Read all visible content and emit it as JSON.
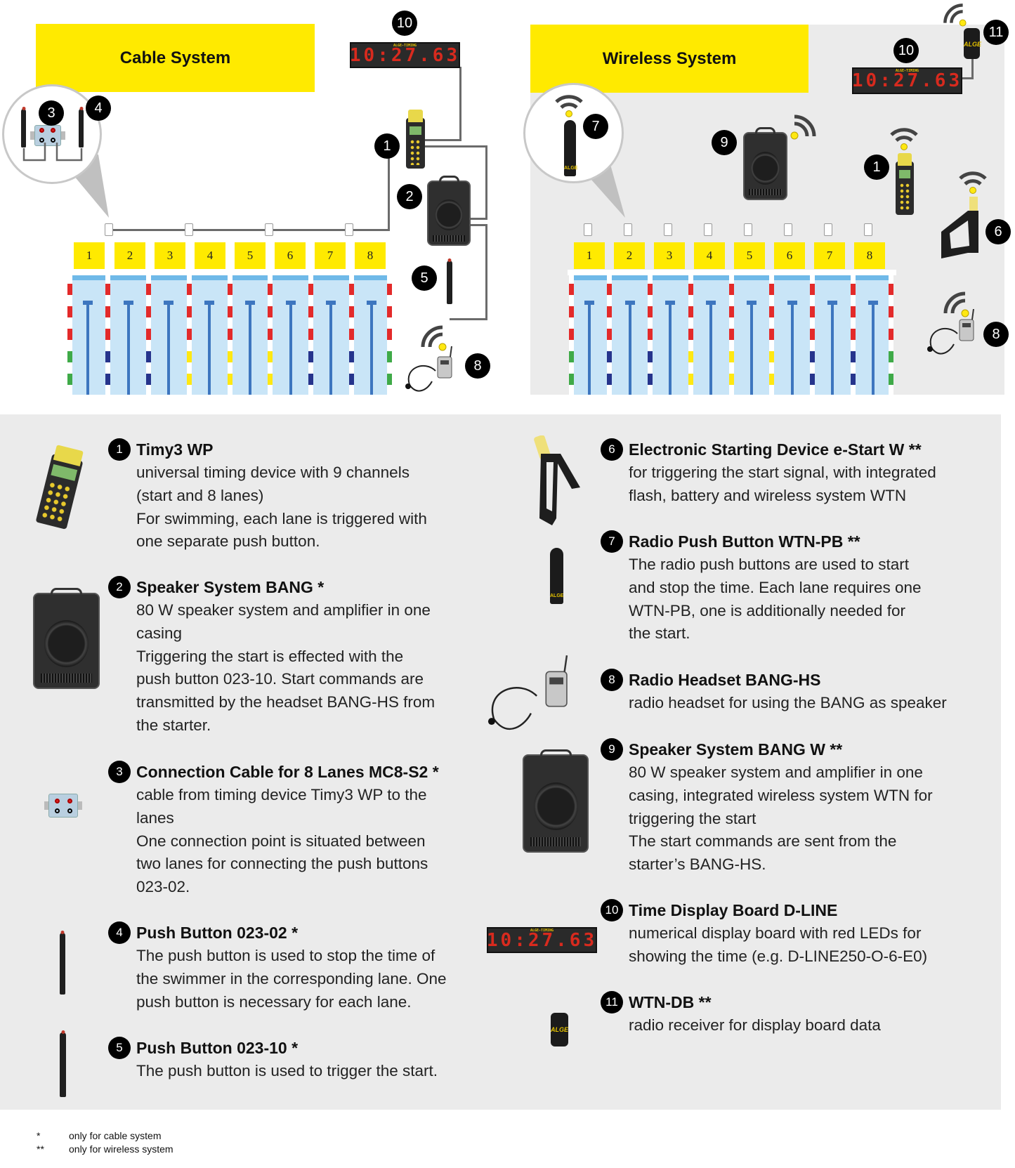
{
  "cable_diagram": {
    "title": "Cable System",
    "lane_numbers": [
      "1",
      "2",
      "3",
      "4",
      "5",
      "6",
      "7",
      "8"
    ],
    "callouts": {
      "timing_device": "1",
      "speaker": "2",
      "connection_cable": "3",
      "push_button_lane": "4",
      "push_button_start": "5",
      "headset": "8",
      "display_board": "10"
    },
    "display_time": "10:27.63",
    "display_brand": "ALGE-TIMING"
  },
  "wireless_diagram": {
    "title": "Wireless System",
    "lane_numbers": [
      "1",
      "2",
      "3",
      "4",
      "5",
      "6",
      "7",
      "8"
    ],
    "callouts": {
      "timing_device": "1",
      "e_start": "6",
      "radio_push_button": "7",
      "headset": "8",
      "speaker": "9",
      "display_board": "10",
      "receiver": "11"
    },
    "display_time": "10:27.63",
    "display_brand": "ALGE-TIMING"
  },
  "colors": {
    "highlight_yellow": "#ffea00",
    "pool_water": "#c9e5f7",
    "pool_edge": "#6fb9e8",
    "lane_marker": "#3d76bf",
    "rope_red": "#e32a2a",
    "rope_blue": "#26348c",
    "rope_yellow": "#ffe812",
    "rope_green": "#3faa48",
    "panel_bg": "#ebebeb",
    "led_red": "#d82a1e"
  },
  "legend": {
    "items": [
      {
        "num": "1",
        "title": "Timy3 WP",
        "desc": "universal timing device with 9 channels\n(start and 8 lanes)\nFor swimming, each lane is triggered with\none separate push button.",
        "icon": "timing-device-icon"
      },
      {
        "num": "2",
        "title": "Speaker System BANG  *",
        "desc": "80 W speaker system and amplifier in one\ncasing\nTriggering the start is effected with the\npush button 023-10. Start commands are\ntransmitted by the headset BANG-HS from\nthe starter.",
        "icon": "speaker-icon"
      },
      {
        "num": "3",
        "title": "Connection Cable for 8 Lanes MC8-S2 *",
        "desc": "cable from timing device Timy3 WP to the\nlanes\nOne connection point is situated between\ntwo lanes for connecting the push buttons\n023-02.",
        "icon": "connection-box-icon"
      },
      {
        "num": "4",
        "title": "Push Button 023-02 *",
        "desc": "The push button is used to stop the time of\nthe swimmer in the corresponding lane. One\npush button is necessary for each lane.",
        "icon": "push-button-icon"
      },
      {
        "num": "5",
        "title": "Push Button 023-10 *",
        "desc": "The push button is used to trigger the start.",
        "icon": "push-button-icon"
      },
      {
        "num": "6",
        "title": "Electronic Starting Device e-Start W  **",
        "desc": "for triggering the start signal, with integrated\nflash, battery and wireless system WTN",
        "icon": "starting-device-icon"
      },
      {
        "num": "7",
        "title": "Radio Push Button WTN-PB **",
        "desc": "The radio push buttons are used to start\nand stop the time. Each lane requires one\nWTN-PB, one is additionally needed for\nthe start.",
        "icon": "radio-push-button-icon"
      },
      {
        "num": "8",
        "title": "Radio Headset BANG-HS",
        "desc": "radio headset for using the BANG as speaker",
        "icon": "headset-icon"
      },
      {
        "num": "9",
        "title": "Speaker System BANG W **",
        "desc": "80 W speaker system and amplifier in one\ncasing, integrated wireless system WTN for\ntriggering the start\nThe start commands are sent from the\nstarter’s BANG-HS.",
        "icon": "speaker-icon"
      },
      {
        "num": "10",
        "title": "Time Display Board D-LINE",
        "desc": "numerical display board with red LEDs for\nshowing the time (e.g. D-LINE250-O-6-E0)",
        "icon": "display-board-icon"
      },
      {
        "num": "11",
        "title": "WTN-DB **",
        "desc": "radio receiver for display board data",
        "icon": "radio-receiver-icon"
      }
    ],
    "device_logo": "ALGE"
  },
  "footnotes": [
    {
      "mark": "*",
      "text": "only for cable system"
    },
    {
      "mark": "**",
      "text": "only for wireless system"
    }
  ]
}
